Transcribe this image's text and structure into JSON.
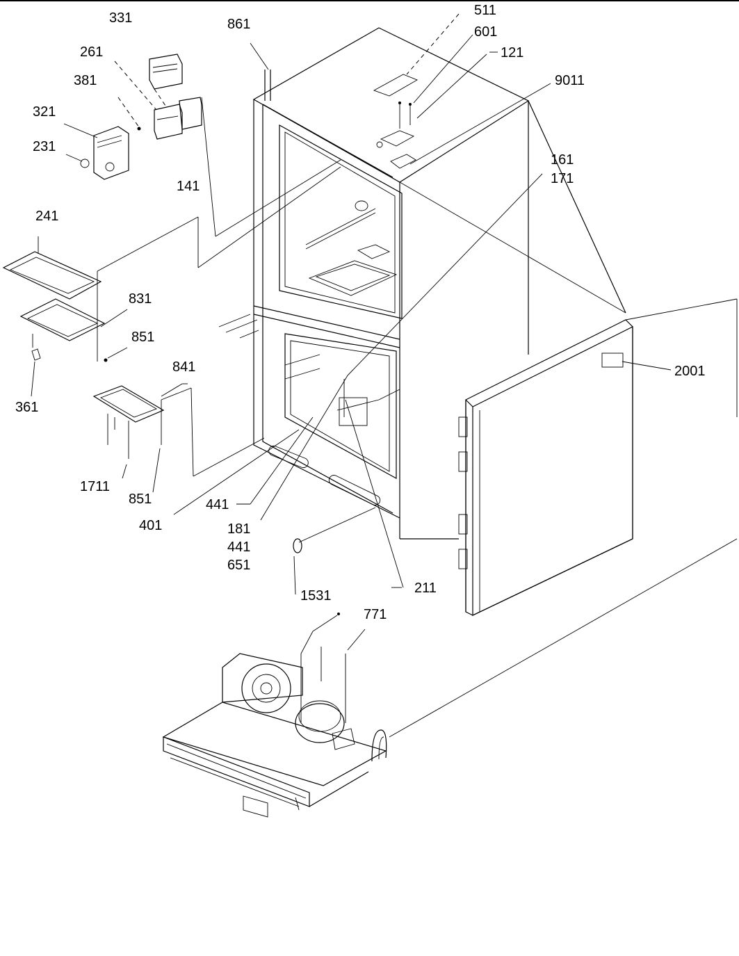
{
  "labels": {
    "p331": "331",
    "p861": "861",
    "p511": "511",
    "p601": "601",
    "p121": "121",
    "p261": "261",
    "p381": "381",
    "p9011": "9011",
    "p321": "321",
    "p231": "231",
    "p141": "141",
    "p161": "161",
    "p171": "171",
    "p241": "241",
    "p831": "831",
    "p851a": "851",
    "p361": "361",
    "p841": "841",
    "p2001": "2001",
    "p1711": "1711",
    "p851b": "851",
    "p441a": "441",
    "p401": "401",
    "p181": "181",
    "p441b": "441",
    "p651": "651",
    "p1531": "1531",
    "p211": "211",
    "p771": "771"
  }
}
